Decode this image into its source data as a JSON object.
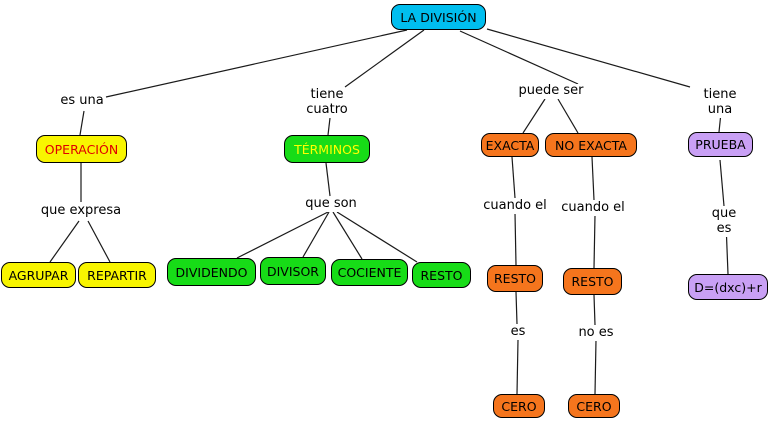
{
  "diagram": {
    "title": "LA DIVISIÓN",
    "colors": {
      "root_fill": "#00BEEF",
      "yellow_fill": "#F8F500",
      "green_fill": "#17DC17",
      "orange_fill": "#F5751D",
      "purple_fill": "#C9A0F5",
      "operacion_text_color": "#E00000",
      "terminos_text_color": "#FFFF00",
      "default_text_color": "#000000",
      "line_color": "#1A1A1A",
      "background": "#FFFFFF"
    },
    "nodes": {
      "root": "LA DIVISIÓN",
      "operacion": "OPERACIÓN",
      "agrupar": "AGRUPAR",
      "repartir": "REPARTIR",
      "terminos": "TÉRMINOS",
      "dividendo": "DIVIDENDO",
      "divisor": "DIVISOR",
      "cociente": "COCIENTE",
      "resto_termino": "RESTO",
      "exacta": "EXACTA",
      "no_exacta": "NO EXACTA",
      "resto_exacta": "RESTO",
      "resto_no_exacta": "RESTO",
      "cero_exacta": "CERO",
      "cero_no_exacta": "CERO",
      "prueba": "PRUEBA",
      "formula": "D=(dxc)+r"
    },
    "link_labels": {
      "es_una": "es una",
      "tiene_cuatro": "tiene\ncuatro",
      "puede_ser": "puede ser",
      "tiene_una": "tiene una",
      "que_expresa": "que expresa",
      "que_son": "que son",
      "cuando_el_exacta": "cuando el",
      "cuando_el_no_exacta": "cuando el",
      "es": "es",
      "no_es": "no es",
      "que_es": "que es"
    }
  }
}
